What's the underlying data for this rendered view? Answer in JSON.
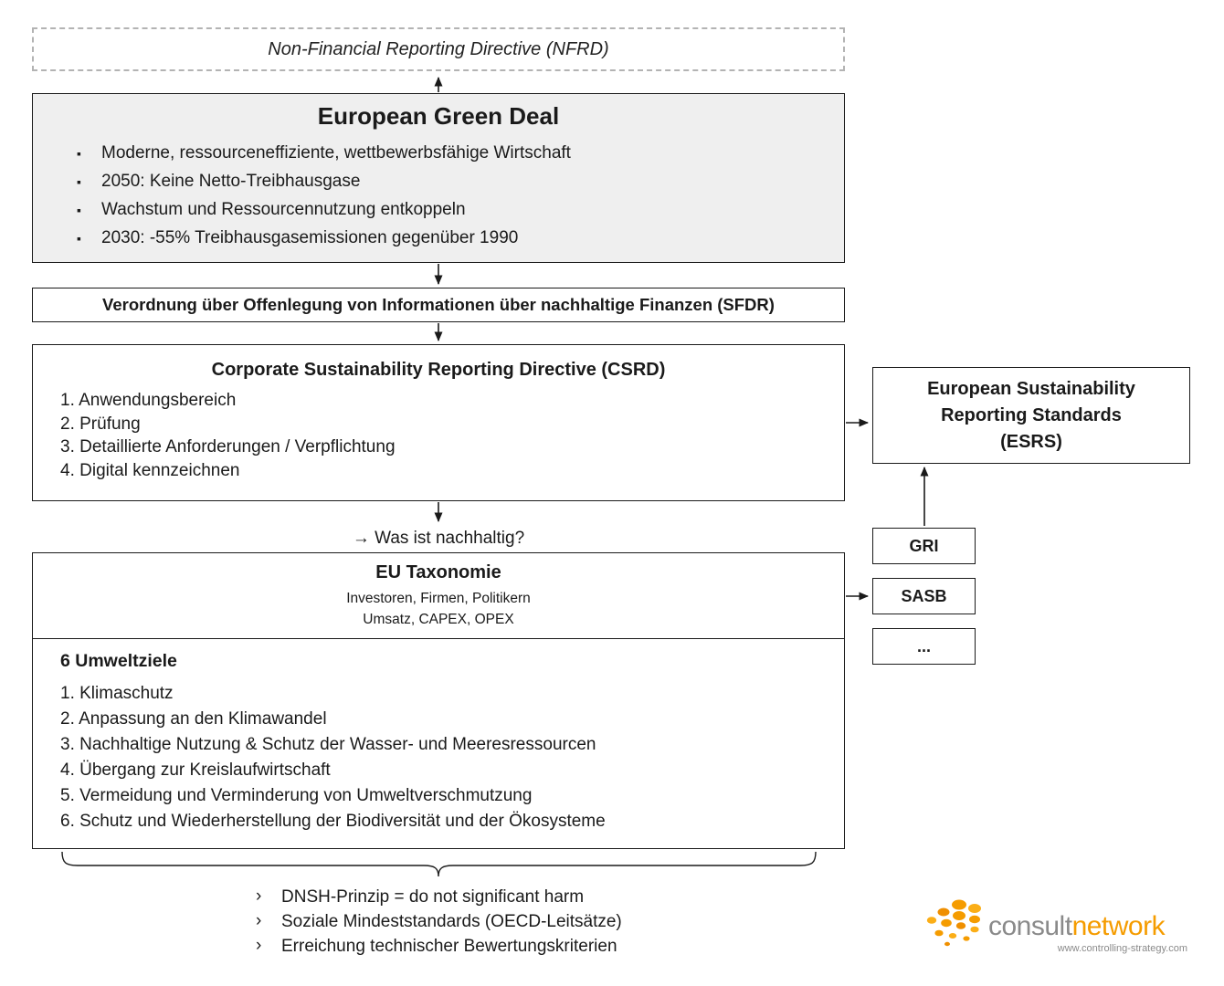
{
  "nfrd": {
    "title": "Non-Financial Reporting Directive (NFRD)"
  },
  "green_deal": {
    "title": "European Green Deal",
    "bullets": [
      "Moderne, ressourceneffiziente, wettbewerbsfähige Wirtschaft",
      "2050: Keine Netto-Treibhausgase",
      "Wachstum und Ressourcennutzung entkoppeln",
      "2030: -55% Treibhausgasemissionen gegenüber 1990"
    ]
  },
  "sfdr": {
    "title": "Verordnung über Offenlegung von Informationen über nachhaltige Finanzen (SFDR)"
  },
  "csrd": {
    "title": "Corporate Sustainability Reporting Directive (CSRD)",
    "items": [
      "1. Anwendungsbereich",
      "2. Prüfung",
      "3. Detaillierte Anforderungen / Verpflichtung",
      "4. Digital kennzeichnen"
    ]
  },
  "esrs": {
    "lines": [
      "European Sustainability",
      "Reporting Standards",
      "(ESRS)"
    ]
  },
  "question": "→ Was ist nachhaltig?",
  "taxonomy": {
    "title": "EU Taxonomie",
    "subtitle_1": "Investoren, Firmen, Politikern",
    "subtitle_2": "Umsatz, CAPEX, OPEX",
    "goals_title": "6 Umweltziele",
    "goals": [
      "1. Klimaschutz",
      "2. Anpassung an den Klimawandel",
      "3. Nachhaltige Nutzung & Schutz der Wasser- und Meeresressourcen",
      "4. Übergang zur Kreislaufwirtschaft",
      "5. Vermeidung und Verminderung von Umweltverschmutzung",
      "6. Schutz und Wiederherstellung der Biodiversität und der Ökosysteme"
    ]
  },
  "standards": {
    "gri": "GRI",
    "sasb": "SASB",
    "more": "..."
  },
  "principles": [
    "DNSH-Prinzip = do not significant harm",
    "Soziale Mindeststandards (OECD-Leitsätze)",
    "Erreichung technischer Bewertungskriterien"
  ],
  "logo": {
    "name_part_1": "consult",
    "name_part_2": "network",
    "url": "www.controlling-strategy.com",
    "accent_color": "#f59c00",
    "gray_color": "#8a8a8a"
  }
}
